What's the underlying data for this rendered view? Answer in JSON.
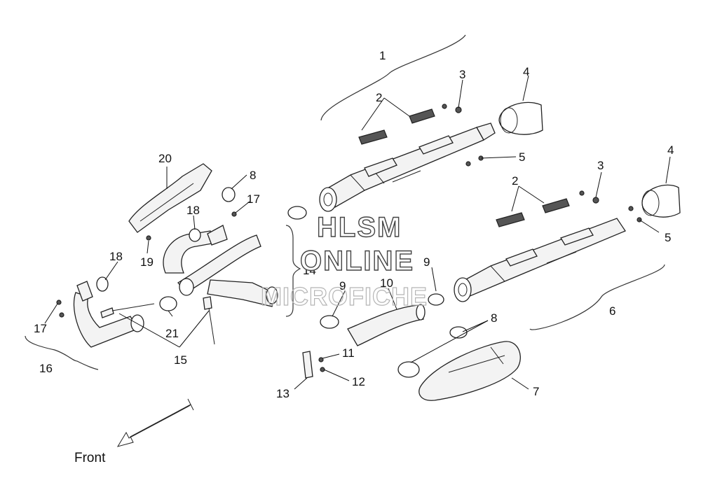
{
  "diagram": {
    "callouts": [
      "1",
      "2",
      "3",
      "4",
      "5",
      "2",
      "3",
      "4",
      "5",
      "6",
      "7",
      "8",
      "9",
      "10",
      "9",
      "11",
      "12",
      "13",
      "14",
      "15",
      "16",
      "17",
      "17",
      "18",
      "18",
      "19",
      "20",
      "21",
      "8"
    ],
    "front_label": "Front",
    "watermark": {
      "line1": "HLSM",
      "line2": "ONLINE",
      "line3": "MICROFICHE"
    }
  }
}
